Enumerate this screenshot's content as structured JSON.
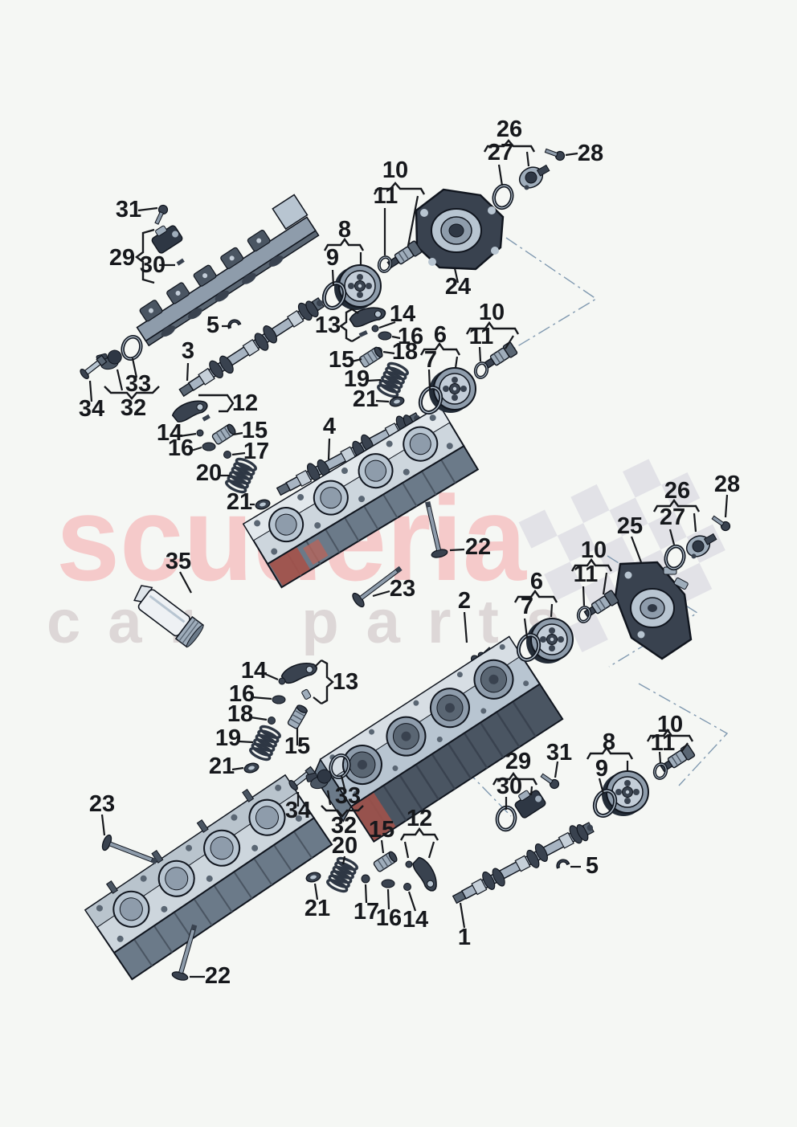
{
  "page": {
    "background": "#f5f7f4",
    "type": "exploded-parts-diagram",
    "subject": "camshaft, valvetrain and camshaft adjusters"
  },
  "watermark": {
    "brand": "scuderia",
    "tagline": "car parts",
    "brand_color": "#f5c3c3",
    "tagline_color": "#d9d2d2",
    "flag_color": "#e2e2e7"
  },
  "palette": {
    "outline": "#10151e",
    "part_dark": "#39424f",
    "part_mid": "#8e9cab",
    "part_light": "#c3cdd8",
    "red_section": "#a5524a",
    "leader": "#16181c",
    "construction_line": "#8099b0"
  },
  "callout_labels": {
    "n1": "1",
    "n2": "2",
    "n3": "3",
    "n4": "4",
    "n5": "5",
    "n6": "6",
    "n7": "7",
    "n8": "8",
    "n9": "9",
    "n10": "10",
    "n11": "11",
    "n12": "12",
    "n13": "13",
    "n14": "14",
    "n15": "15",
    "n16": "16",
    "n17": "17",
    "n18": "18",
    "n19": "19",
    "n20": "20",
    "n21": "21",
    "n22": "22",
    "n23": "23",
    "n24": "24",
    "n25": "25",
    "n26": "26",
    "n27": "27",
    "n28": "28",
    "n29": "29",
    "n30": "30",
    "n31": "31",
    "n32": "32",
    "n33": "33",
    "n34": "34",
    "n35": "35"
  }
}
